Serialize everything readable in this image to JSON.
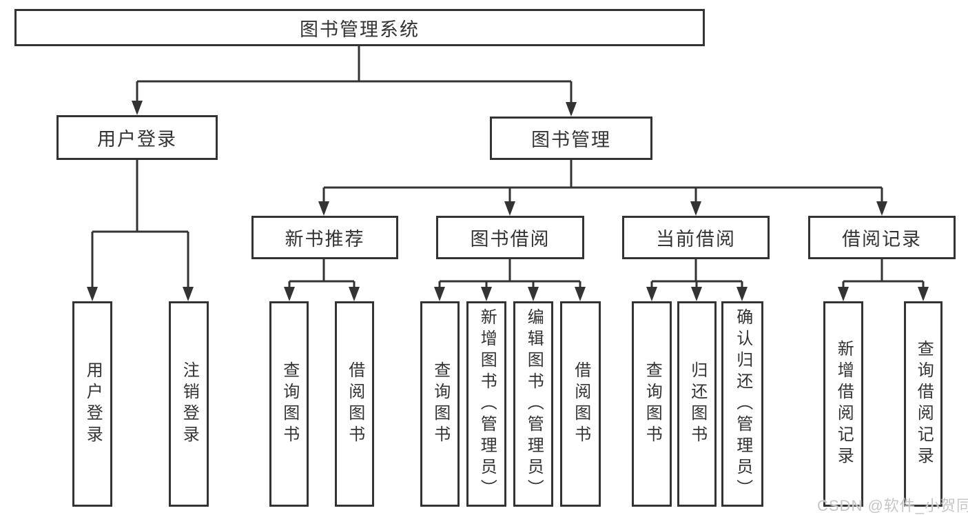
{
  "diagram": {
    "title": "图书管理系统",
    "level2": {
      "user_login": "用户登录",
      "book_mgmt": "图书管理"
    },
    "level3": {
      "new_books": "新书推荐",
      "book_borrow": "图书借阅",
      "current_borrow": "当前借阅",
      "borrow_records": "借阅记录"
    },
    "leaves": {
      "user_login": "用户登录",
      "logout": "注销登录",
      "query_book_1": "查询图书",
      "borrow_book_1": "借阅图书",
      "query_book_2": "查询图书",
      "add_book_admin": "新增图书（管理员）",
      "edit_book_admin": "编辑图书（管理员）",
      "borrow_book_2": "借阅图书",
      "query_book_3": "查询图书",
      "return_book": "归还图书",
      "confirm_return_admin": "确认归还（管理员）",
      "add_borrow_record": "新增借阅记录",
      "query_borrow_record": "查询借阅记录"
    }
  },
  "watermark": "CSDN @软件_小贺同学",
  "colors": {
    "line": "#333333",
    "text": "#333333",
    "watermark": "#c6c6c6",
    "background": "#ffffff"
  }
}
